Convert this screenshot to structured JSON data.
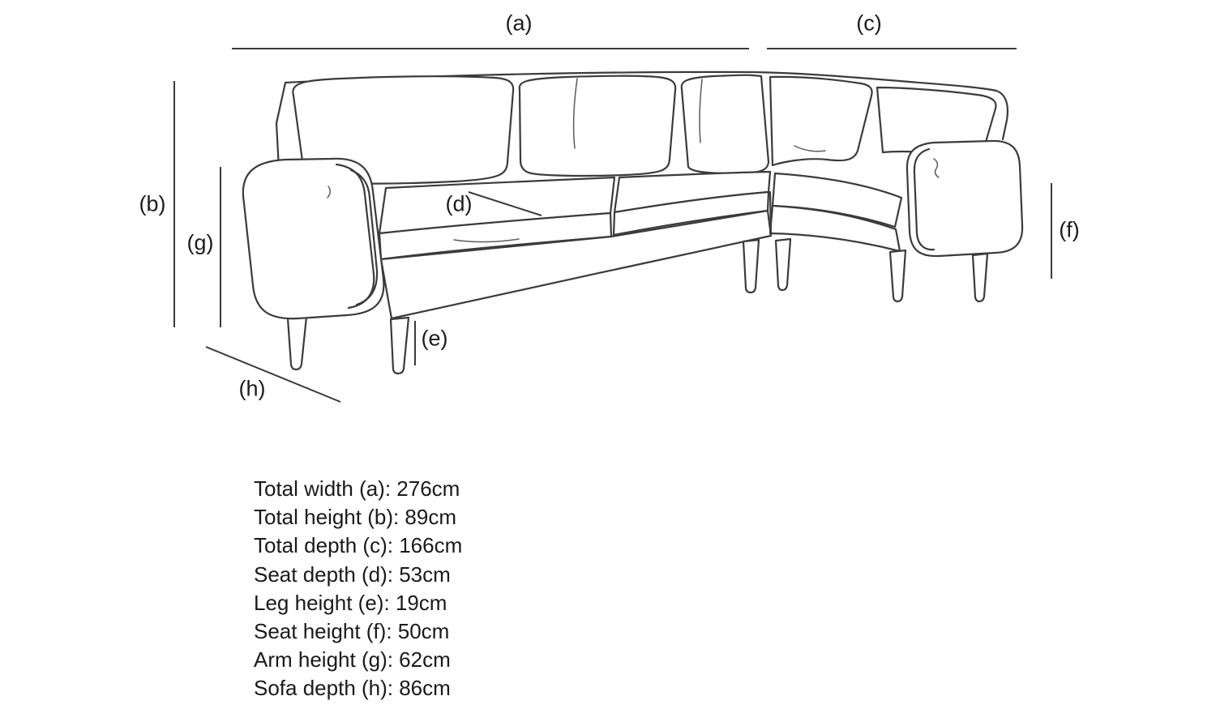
{
  "diagram": {
    "callouts": {
      "a": "(a)",
      "b": "(b)",
      "c": "(c)",
      "d": "(d)",
      "e": "(e)",
      "f": "(f)",
      "g": "(g)",
      "h": "(h)"
    }
  },
  "dimensions": {
    "items": [
      {
        "text": "Total width (a): 276cm"
      },
      {
        "text": "Total height (b): 89cm"
      },
      {
        "text": "Total depth (c): 166cm"
      },
      {
        "text": "Seat depth (d): 53cm"
      },
      {
        "text": "Leg height (e): 19cm"
      },
      {
        "text": "Seat height (f): 50cm"
      },
      {
        "text": "Arm height (g): 62cm"
      },
      {
        "text": "Sofa depth (h): 86cm"
      }
    ]
  },
  "colors": {
    "line": "#3b3b3b",
    "text": "#1a1a1a",
    "background": "#ffffff"
  }
}
